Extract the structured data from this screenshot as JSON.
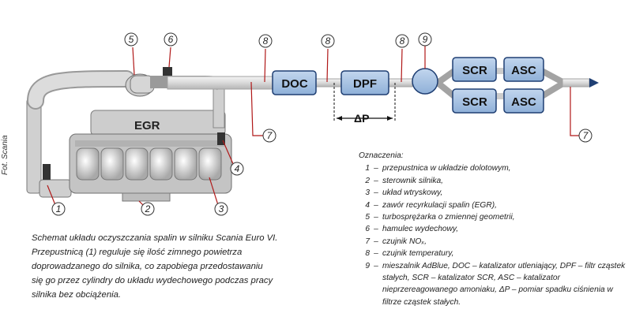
{
  "boxes": {
    "doc": "DOC",
    "dpf": "DPF",
    "scr_top": "SCR",
    "asc_top": "ASC",
    "scr_bottom": "SCR",
    "asc_bottom": "ASC"
  },
  "egr_label": "EGR",
  "delta_p_label": "ΔP",
  "callout_numbers": {
    "n1": "1",
    "n2": "2",
    "n3": "3",
    "n4": "4",
    "n5": "5",
    "n6": "6",
    "n7a": "7",
    "n7b": "7",
    "n8a": "8",
    "n8b": "8",
    "n8c": "8",
    "n9": "9"
  },
  "photo_credit": "Fot. Scania",
  "caption": [
    "Schemat układu oczyszczania spalin w silniku Scania Euro VI.",
    "Przepustnicą (1) reguluje się ilość zimnego powietrza",
    "doprowadzanego do silnika, co zapobiega przedostawaniu",
    "się go przez cylindry do układu wydechowego podczas pracy",
    "silnika bez obciążenia."
  ],
  "legend": {
    "title": "Oznaczenia:",
    "items": [
      {
        "num": "1",
        "text": "przepustnica w układzie dolotowym,"
      },
      {
        "num": "2",
        "text": "sterownik silnika,"
      },
      {
        "num": "3",
        "text": "układ wtryskowy,"
      },
      {
        "num": "4",
        "text": "zawór recyrkulacji spalin (EGR),"
      },
      {
        "num": "5",
        "text": "turbosprężarka o zmiennej geometrii,"
      },
      {
        "num": "6",
        "text": "hamulec wydechowy,"
      },
      {
        "num": "7",
        "text": "czujnik NOₓ,"
      },
      {
        "num": "8",
        "text": "czujnik temperatury,"
      },
      {
        "num": "9",
        "text": "mieszalnik AdBlue, DOC – katalizator utleniający, DPF – filtr cząstek stałych, SCR – katalizator SCR, ASC – katalizator nieprzereagowanego amoniaku, ΔP – pomiar spadku ciśnienia w filtrze cząstek stałych."
      }
    ]
  },
  "colors": {
    "box_fill": "#a9c3e3",
    "box_stroke": "#1f3f73",
    "pipe": "#d5d5d5",
    "engine": "#c8c8c8",
    "callout_red": "#b01818"
  }
}
